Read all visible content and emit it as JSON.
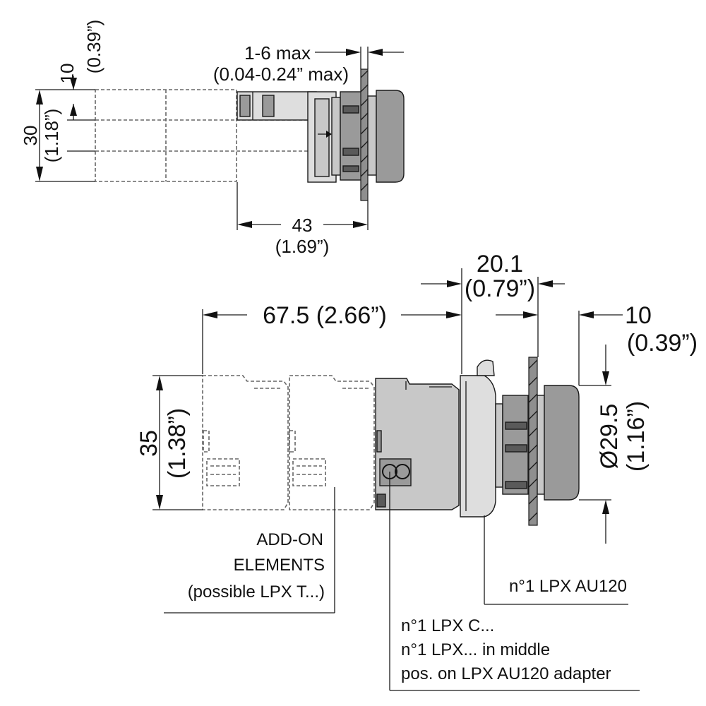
{
  "colors": {
    "ink": "#111111",
    "body_dark": "#5a5a5a",
    "body_mid": "#9a9a9a",
    "body_light": "#c8c8c8",
    "ghost_outline": "#666666"
  },
  "top_view": {
    "panel_thickness": {
      "mm": "1-6 max",
      "inch": "(0.04-0.24” max)"
    },
    "module_pitch": {
      "mm": "10",
      "inch": "(0.39”)"
    },
    "height": {
      "mm": "30",
      "inch": "(1.18”)"
    },
    "depth": {
      "mm": "43",
      "inch": "(1.69”)"
    }
  },
  "side_view": {
    "total_length": {
      "text": "67.5 (2.66”)"
    },
    "adapter_to_panel": {
      "mm": "20.1",
      "inch": "(0.79”)"
    },
    "head_depth": {
      "mm": "10",
      "inch": "(0.39”)"
    },
    "height": {
      "mm": "35",
      "inch": "(1.38”)"
    },
    "head_diameter": {
      "mm": "Ø29.5",
      "inch": "(1.16”)"
    }
  },
  "callouts": {
    "add_on": [
      "ADD-ON",
      "ELEMENTS",
      "(possible LPX T...)"
    ],
    "adapter": "n°1 LPX AU120",
    "contact": [
      "n°1 LPX C...",
      "n°1 LPX... in middle",
      "pos. on LPX AU120 adapter"
    ]
  }
}
